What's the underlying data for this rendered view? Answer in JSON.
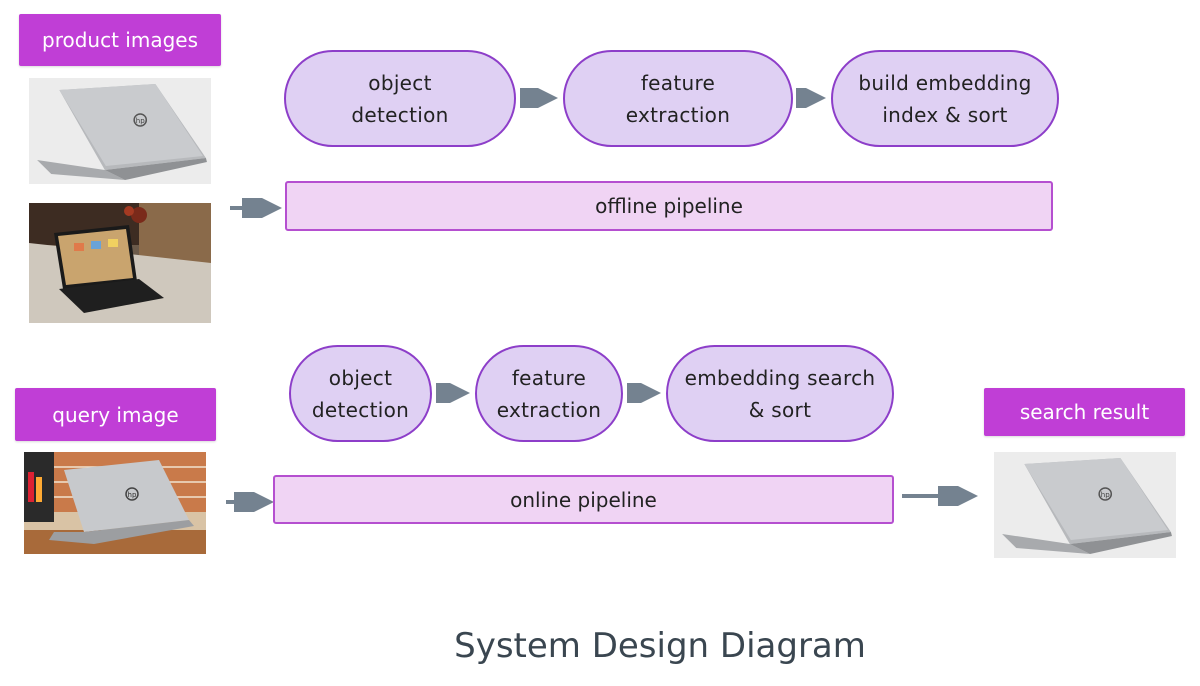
{
  "offline": {
    "tag": "product images",
    "steps": [
      "object\ndetection",
      "feature\nextraction",
      "build embedding\nindex & sort"
    ],
    "bar": "offline pipeline",
    "images": [
      "laptop-photo",
      "tablet-photo"
    ]
  },
  "online": {
    "tag": "query image",
    "steps": [
      "object\ndetection",
      "feature\nextraction",
      "embedding search\n& sort"
    ],
    "bar": "online pipeline",
    "image": "laptop-photo"
  },
  "result": {
    "tag": "search result",
    "image": "laptop-photo"
  },
  "caption": "System Design Diagram",
  "colors": {
    "tag": "#c03ed6",
    "pill_fill": "#dfd0f3",
    "pill_border": "#8d3ec9",
    "bar_fill": "#f0d4f4",
    "bar_border": "#b54fd0",
    "arrow": "#748290"
  }
}
